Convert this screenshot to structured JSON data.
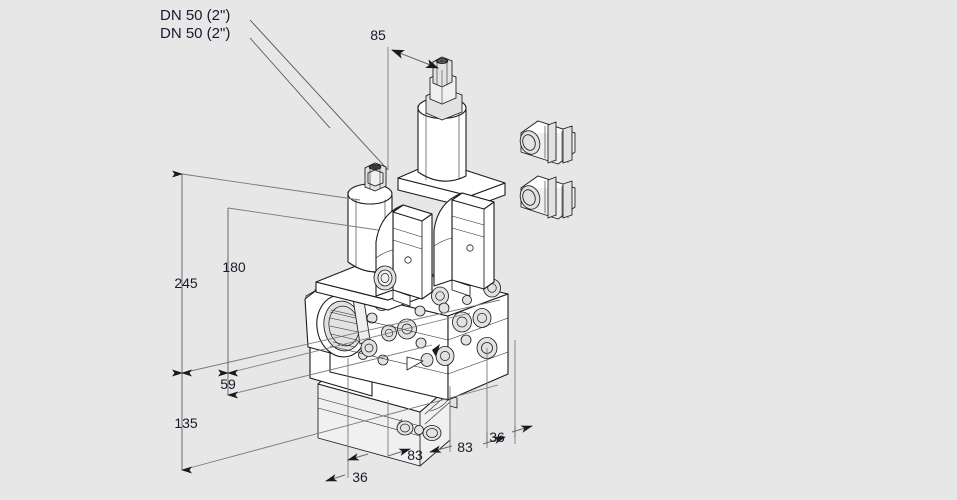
{
  "drawing": {
    "title": "Double solenoid valve dimensional drawing",
    "background_color": "#e7e7e7",
    "line_color": "#1b1b1b",
    "text_color": "#1a1a2e",
    "dimension_line_color": "#6b6b6b"
  },
  "labels": {
    "port_top": "DN 50 (2\")",
    "port_bottom": "DN 50 (2\")"
  },
  "dimensions": {
    "top_width": "85",
    "height_total": "245",
    "height_coil": "180",
    "height_lower": "59",
    "height_base": "135",
    "depth_left": "36",
    "width_a": "83",
    "width_b": "83",
    "depth_right": "36"
  },
  "components": {
    "cable_gland_upper": "cable-gland",
    "cable_gland_lower": "cable-gland",
    "solenoid_coil_left": "solenoid-coil",
    "solenoid_coil_right": "solenoid-coil",
    "adjustment_stem": "adjustment-stem",
    "valve_body": "valve-body",
    "inlet_port": "threaded-inlet-port",
    "pressure_switch_box": "pressure-switch-housing",
    "flow_arrow": "flow-direction-arrow"
  }
}
